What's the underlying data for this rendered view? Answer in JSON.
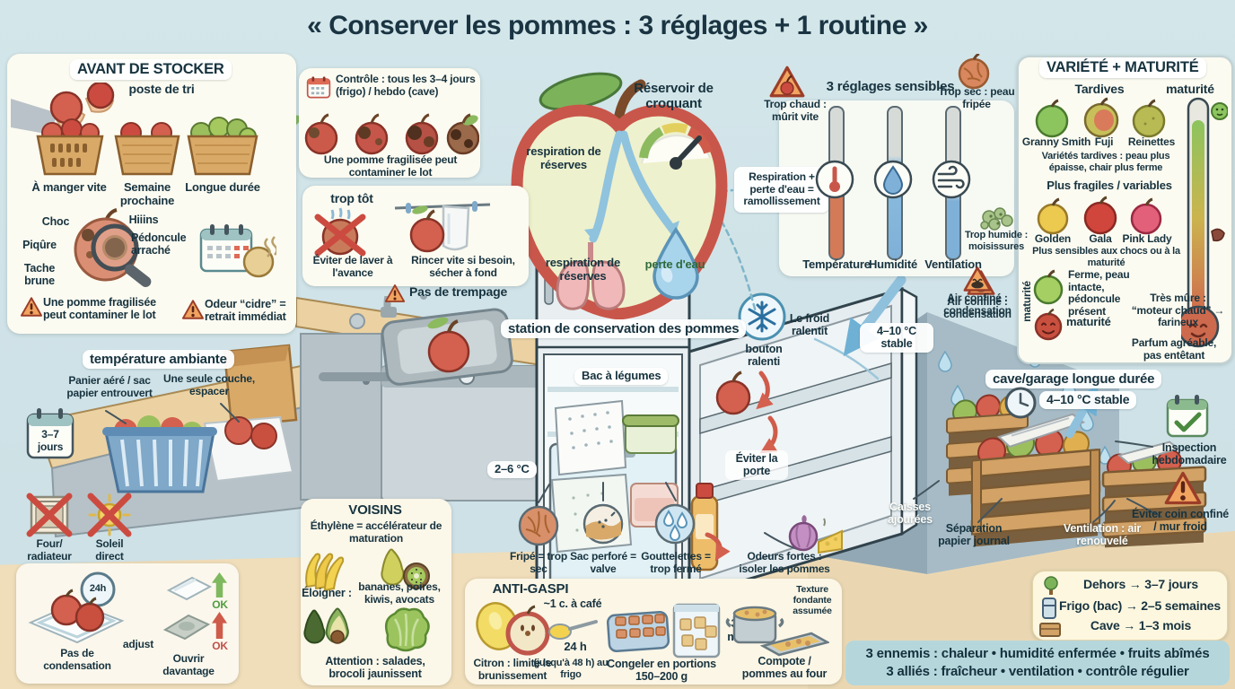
{
  "title": "« Conserver les pommes : 3 réglages + 1 routine »",
  "sort": {
    "heading": "AVANT DE STOCKER",
    "sub": "poste de tri",
    "basket1": "À manger vite",
    "basket2": "Semaine prochaine",
    "basket3": "Longue durée",
    "choc": "Choc",
    "piqure": "Piqûre",
    "tache": "Tache brune",
    "hiiins": "Hiiins",
    "pedoncule": "Pédoncule arraché",
    "warn_lot": "Une pomme fragilisée peut contaminer le lot",
    "warn_cidre": "Odeur “cidre” = retrait immédiat"
  },
  "controle": {
    "lead": "Contrôle :",
    "rest": " tous les 3–4 jours (frigo) / hebdo (cave)",
    "caption": "Une pomme fragilisée peut contaminer le lot"
  },
  "lavage": {
    "heading": "trop tôt",
    "eviter": "Éviter de laver à l'avance",
    "rincer": "Rincer vite si besoin, sécher à fond",
    "trempage": "Pas de trempage"
  },
  "pomme": {
    "reservoir": "Réservoir de croquant",
    "resp_haut": "respiration de réserves",
    "resp_bas": "respiration de réserves",
    "perte": "perte d'eau",
    "callout": "Respiration + perte d'eau = ramollissement"
  },
  "reglages": {
    "heading": "3 réglages sensibles",
    "chaud": "Trop chaud : mûrit vite",
    "sec": "Trop sec : peau fripée",
    "temp": "Température",
    "hum": "Humidité",
    "vent": "Ventilation",
    "humide": "Trop humide : moisissures",
    "air": "Air confiné : condensation"
  },
  "variete": {
    "heading": "VARIÉTÉ + MATURITÉ",
    "tardives": "Tardives",
    "maturite": "maturité",
    "v1": "Granny Smith",
    "v2": "Fuji",
    "v3": "Reinettes",
    "note1": "Variétés tardives : peau plus épaisse, chair plus ferme",
    "fragiles": "Plus fragiles / variables",
    "v4": "Golden",
    "v5": "Gala",
    "v6": "Pink Lady",
    "note2": "Plus sensibles aux chocs ou à la maturité",
    "ferme": "Ferme, peau intacte, pédoncule présent",
    "mat_label": "maturité",
    "mure": "Très mûre : “moteur chaud” → farineux",
    "parfum": "Parfum agréable, pas entêtant",
    "axe": "maturité"
  },
  "ambiante": {
    "heading": "température ambiante",
    "panier": "Panier aéré / sac papier entrouvert",
    "couche": "Une seule couche, espacer",
    "jours": "3–7 jours",
    "four": "Four/ radiateur",
    "soleil": "Soleil direct"
  },
  "cond": {
    "h24": "24h",
    "pas": "Pas de condensation",
    "adjust": "adjust",
    "ok1": "OK",
    "ouvrir": "Ouvrir davantage",
    "ok2": "OK"
  },
  "station": "station de conservation des pommes",
  "frigo": {
    "bac": "Bac à légumes",
    "temp": "2–6 °C",
    "porte": "Éviter la porte",
    "bouton": "bouton ralenti",
    "froid": "Le froid ralentit",
    "fripe": "Fripé = trop sec",
    "sac": "Sac perforé = valve",
    "gouttes": "Gouttelettes = trop fermé",
    "odeurs": "Odeurs fortes : isoler les pommes"
  },
  "voisins": {
    "heading": "VOISINS",
    "ethylene": "Éthylène = accélérateur de maturation",
    "eloigner": "Éloigner :",
    "fruits": "bananes, poires, kiwis, avocats",
    "attention": "Attention : salades, brocoli jaunissent"
  },
  "gaspi": {
    "heading": "ANTI-GASPI",
    "citron": "Citron : limite le brunissement",
    "cafe": "~1 c. à café",
    "h24": "24 h",
    "frigo": "(jusqu'à 48 h) au frigo",
    "congeler": "Congeler en portions 150–200 g",
    "mois": "3–6 mois",
    "compote": "Compote / pommes au four",
    "texture": "Texture fondante assumée"
  },
  "cave": {
    "air": "Air confiné : condensation",
    "stable1": "4–10 °C stable",
    "heading": "cave/garage longue durée",
    "stable2": "4–10 °C stable",
    "inspection": "Inspection hebdomadaire",
    "caisses": "Caisses ajourées",
    "separation": "Séparation papier journal",
    "ventilation": "Ventilation : air renouvelé",
    "coin": "Éviter coin confiné / mur froid"
  },
  "resume": {
    "dehors": "Dehors → 3–7 jours",
    "frigo": "Frigo (bac) → 2–5 semaines",
    "cave": "Cave → 1–3 mois"
  },
  "bilan": {
    "ennemis": "3 ennemis : chaleur • humidité enfermée • fruits abîmés",
    "allies": "3 alliés : fraîcheur • ventilation • contrôle régulier"
  },
  "colors": {
    "accent_red": "#cd5a4a",
    "accent_green": "#9cbf5e",
    "warning_orange": "#f0a45f",
    "arrow_blue": "#7fbadd",
    "teal_panel": "#b5d7dc",
    "title_ink": "#17333f"
  }
}
